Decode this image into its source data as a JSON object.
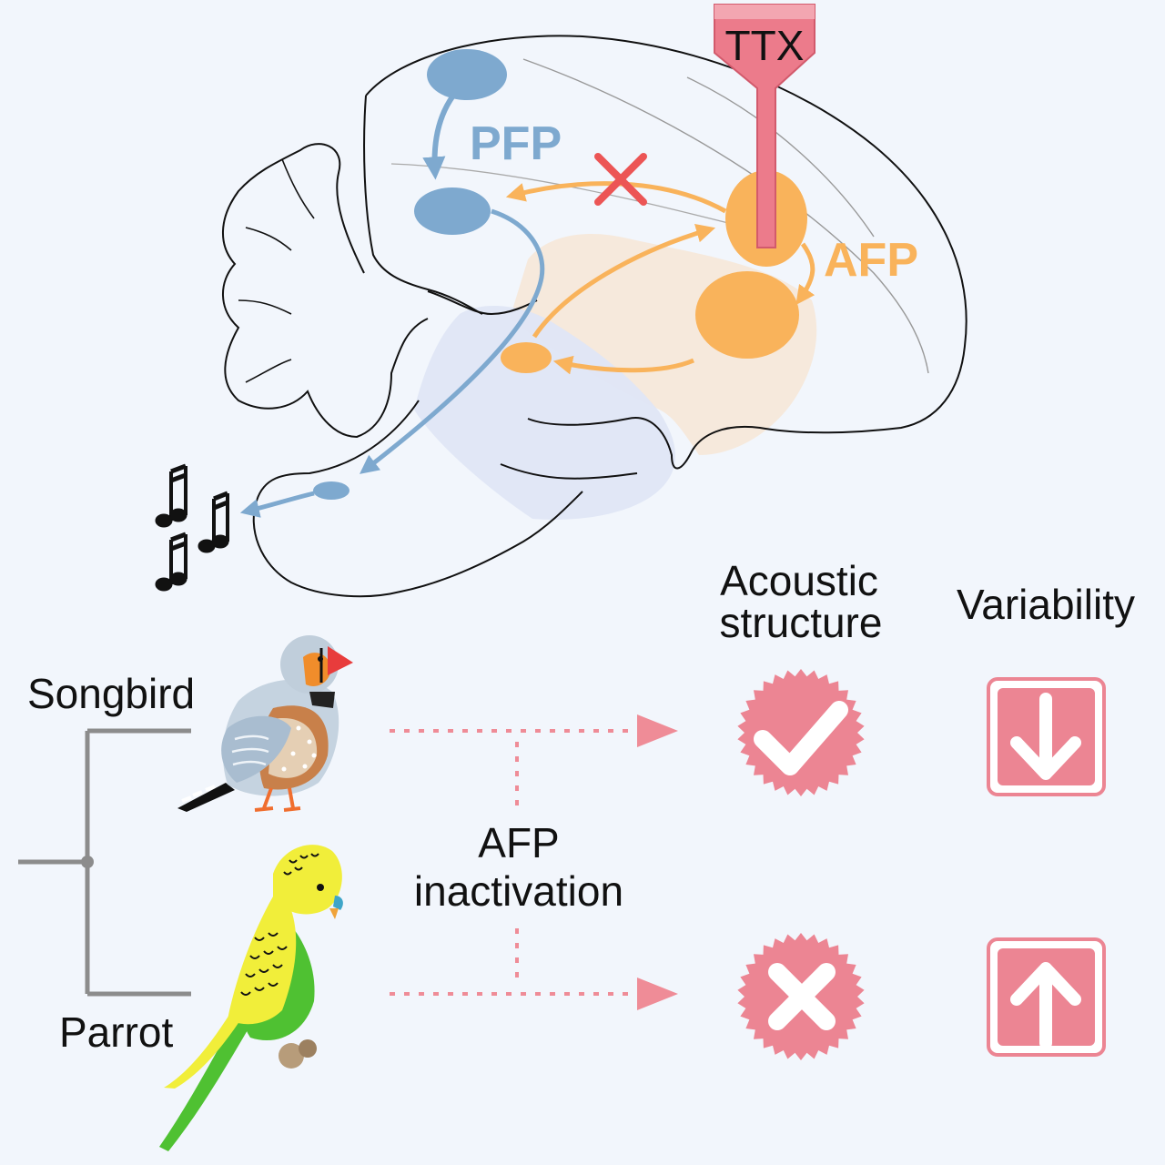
{
  "labels": {
    "ttx": "TTX",
    "pfp": "PFP",
    "afp": "AFP",
    "acoustic_line1": "Acoustic",
    "acoustic_line2": "structure",
    "variability": "Variability",
    "songbird": "Songbird",
    "parrot": "Parrot",
    "afp_inactivation_line1": "AFP",
    "afp_inactivation_line2": "inactivation"
  },
  "icons": {
    "pfp_block": "x-mark-icon",
    "songbird_acoustic": "check-badge-icon",
    "songbird_variability": "arrow-down-icon",
    "parrot_acoustic": "x-badge-icon",
    "parrot_variability": "arrow-up-icon",
    "song_output": "music-notes-icon"
  },
  "colors": {
    "background": "#f2f6fc",
    "pfp_blue": "#7ea9cf",
    "afp_orange": "#f9b35b",
    "ttx_pink": "#ec7b8b",
    "badge_pink": "#ec8593",
    "block_red": "#ec5555",
    "dotted_pink": "#ef8c97",
    "songbird_body": "#c5d3e0",
    "songbird_breast": "#c8804a",
    "parrot_yellow": "#f1ee3a",
    "parrot_green": "#4fc132",
    "tree_gray": "#8c8c8c"
  }
}
